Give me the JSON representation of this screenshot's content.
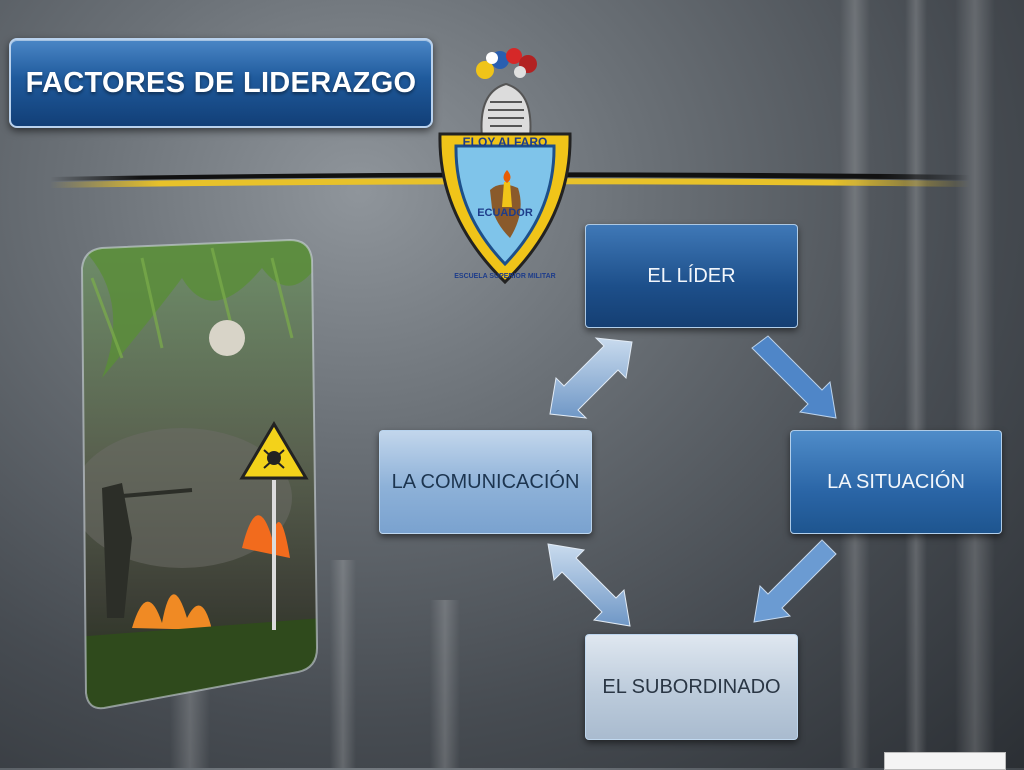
{
  "title": "FACTORES DE LIDERAZGO",
  "crest": {
    "top_text": "ELOY ALFARO",
    "center_text": "ECUADOR",
    "ring_text": "ESCUELA SUPERIOR MILITAR"
  },
  "diagram": {
    "nodes": [
      {
        "id": "lider",
        "label": "EL LÍDER"
      },
      {
        "id": "situacion",
        "label": "LA SITUACIÓN"
      },
      {
        "id": "subordinado",
        "label": "EL SUBORDINADO"
      },
      {
        "id": "comunicacion",
        "label": "LA COMUNICACIÓN"
      }
    ],
    "edges": [
      {
        "from": "lider",
        "to": "situacion",
        "type": "one-way"
      },
      {
        "from": "situacion",
        "to": "subordinado",
        "type": "one-way"
      },
      {
        "from": "subordinado",
        "to": "comunicacion",
        "type": "two-way"
      },
      {
        "from": "comunicacion",
        "to": "lider",
        "type": "two-way"
      }
    ]
  },
  "colors": {
    "title_bg": "#1f5a9c",
    "gold_bar": "#d9b21b",
    "node_dark": "#1d4f8a",
    "node_light": "#8db1d8"
  }
}
